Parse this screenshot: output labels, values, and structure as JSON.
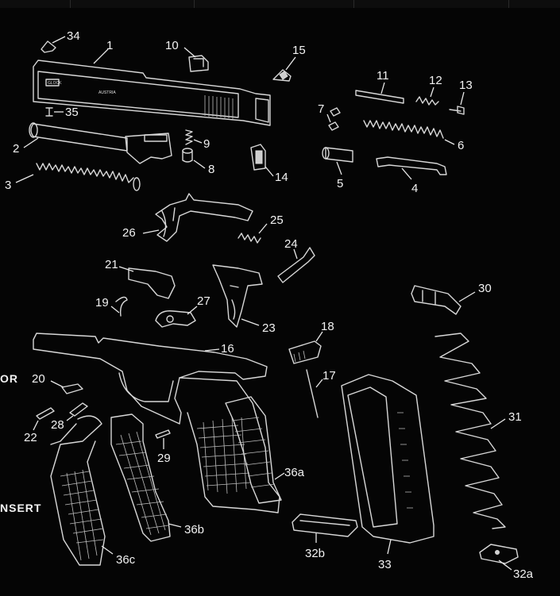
{
  "side_labels": [
    "OR",
    "NSERT"
  ],
  "slide_marking": "AUSTRIA",
  "slide_logo": "GLOCK",
  "callouts": {
    "c1": "1",
    "c2": "2",
    "c3": "3",
    "c4": "4",
    "c5": "5",
    "c6": "6",
    "c7": "7",
    "c8": "8",
    "c9": "9",
    "c10": "10",
    "c11": "11",
    "c12": "12",
    "c13": "13",
    "c14": "14",
    "c15": "15",
    "c16": "16",
    "c17": "17",
    "c18": "18",
    "c19": "19",
    "c20": "20",
    "c21": "21",
    "c22": "22",
    "c23": "23",
    "c24": "24",
    "c25": "25",
    "c26": "26",
    "c27": "27",
    "c28": "28",
    "c29": "29",
    "c30": "30",
    "c31": "31",
    "c32a": "32a",
    "c32b": "32b",
    "c33": "33",
    "c34": "34",
    "c35": "35",
    "c36a": "36a",
    "c36b": "36b",
    "c36c": "36c"
  }
}
